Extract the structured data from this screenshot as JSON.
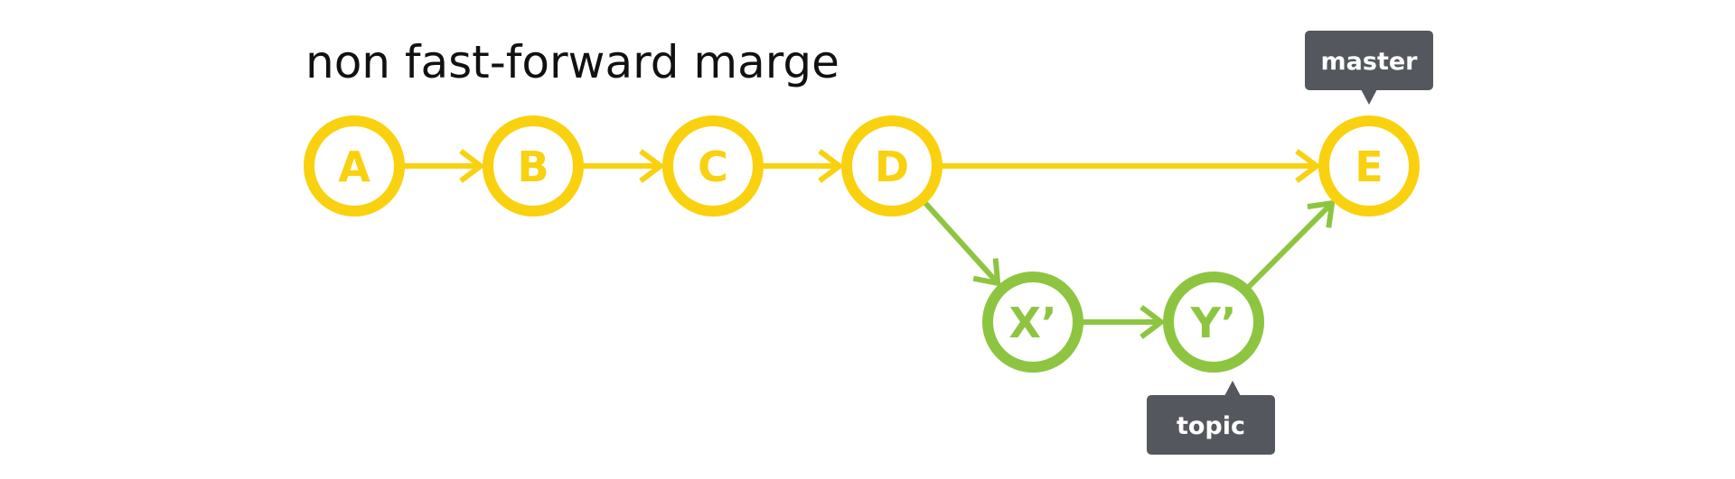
{
  "title": "non fast-forward marge",
  "colors": {
    "master": "#F9D10F",
    "topic": "#8DC541",
    "tag_bg": "#54585E",
    "tag_text": "#FFFFFF",
    "title": "#111111",
    "background": "#FFFFFF"
  },
  "nodes": [
    {
      "id": "A",
      "label": "A",
      "branch": "master"
    },
    {
      "id": "B",
      "label": "B",
      "branch": "master"
    },
    {
      "id": "C",
      "label": "C",
      "branch": "master"
    },
    {
      "id": "D",
      "label": "D",
      "branch": "master"
    },
    {
      "id": "E",
      "label": "E",
      "branch": "master"
    },
    {
      "id": "X",
      "label": "X’",
      "branch": "topic"
    },
    {
      "id": "Y",
      "label": "Y’",
      "branch": "topic"
    }
  ],
  "edges": [
    {
      "from": "A",
      "to": "B",
      "branch": "master"
    },
    {
      "from": "B",
      "to": "C",
      "branch": "master"
    },
    {
      "from": "C",
      "to": "D",
      "branch": "master"
    },
    {
      "from": "D",
      "to": "E",
      "branch": "master"
    },
    {
      "from": "D",
      "to": "X",
      "branch": "topic"
    },
    {
      "from": "X",
      "to": "Y",
      "branch": "topic"
    },
    {
      "from": "Y",
      "to": "E",
      "branch": "topic"
    }
  ],
  "tags": [
    {
      "id": "master",
      "label": "master",
      "target": "E",
      "placement": "above"
    },
    {
      "id": "topic",
      "label": "topic",
      "target": "Y",
      "placement": "below"
    }
  ]
}
